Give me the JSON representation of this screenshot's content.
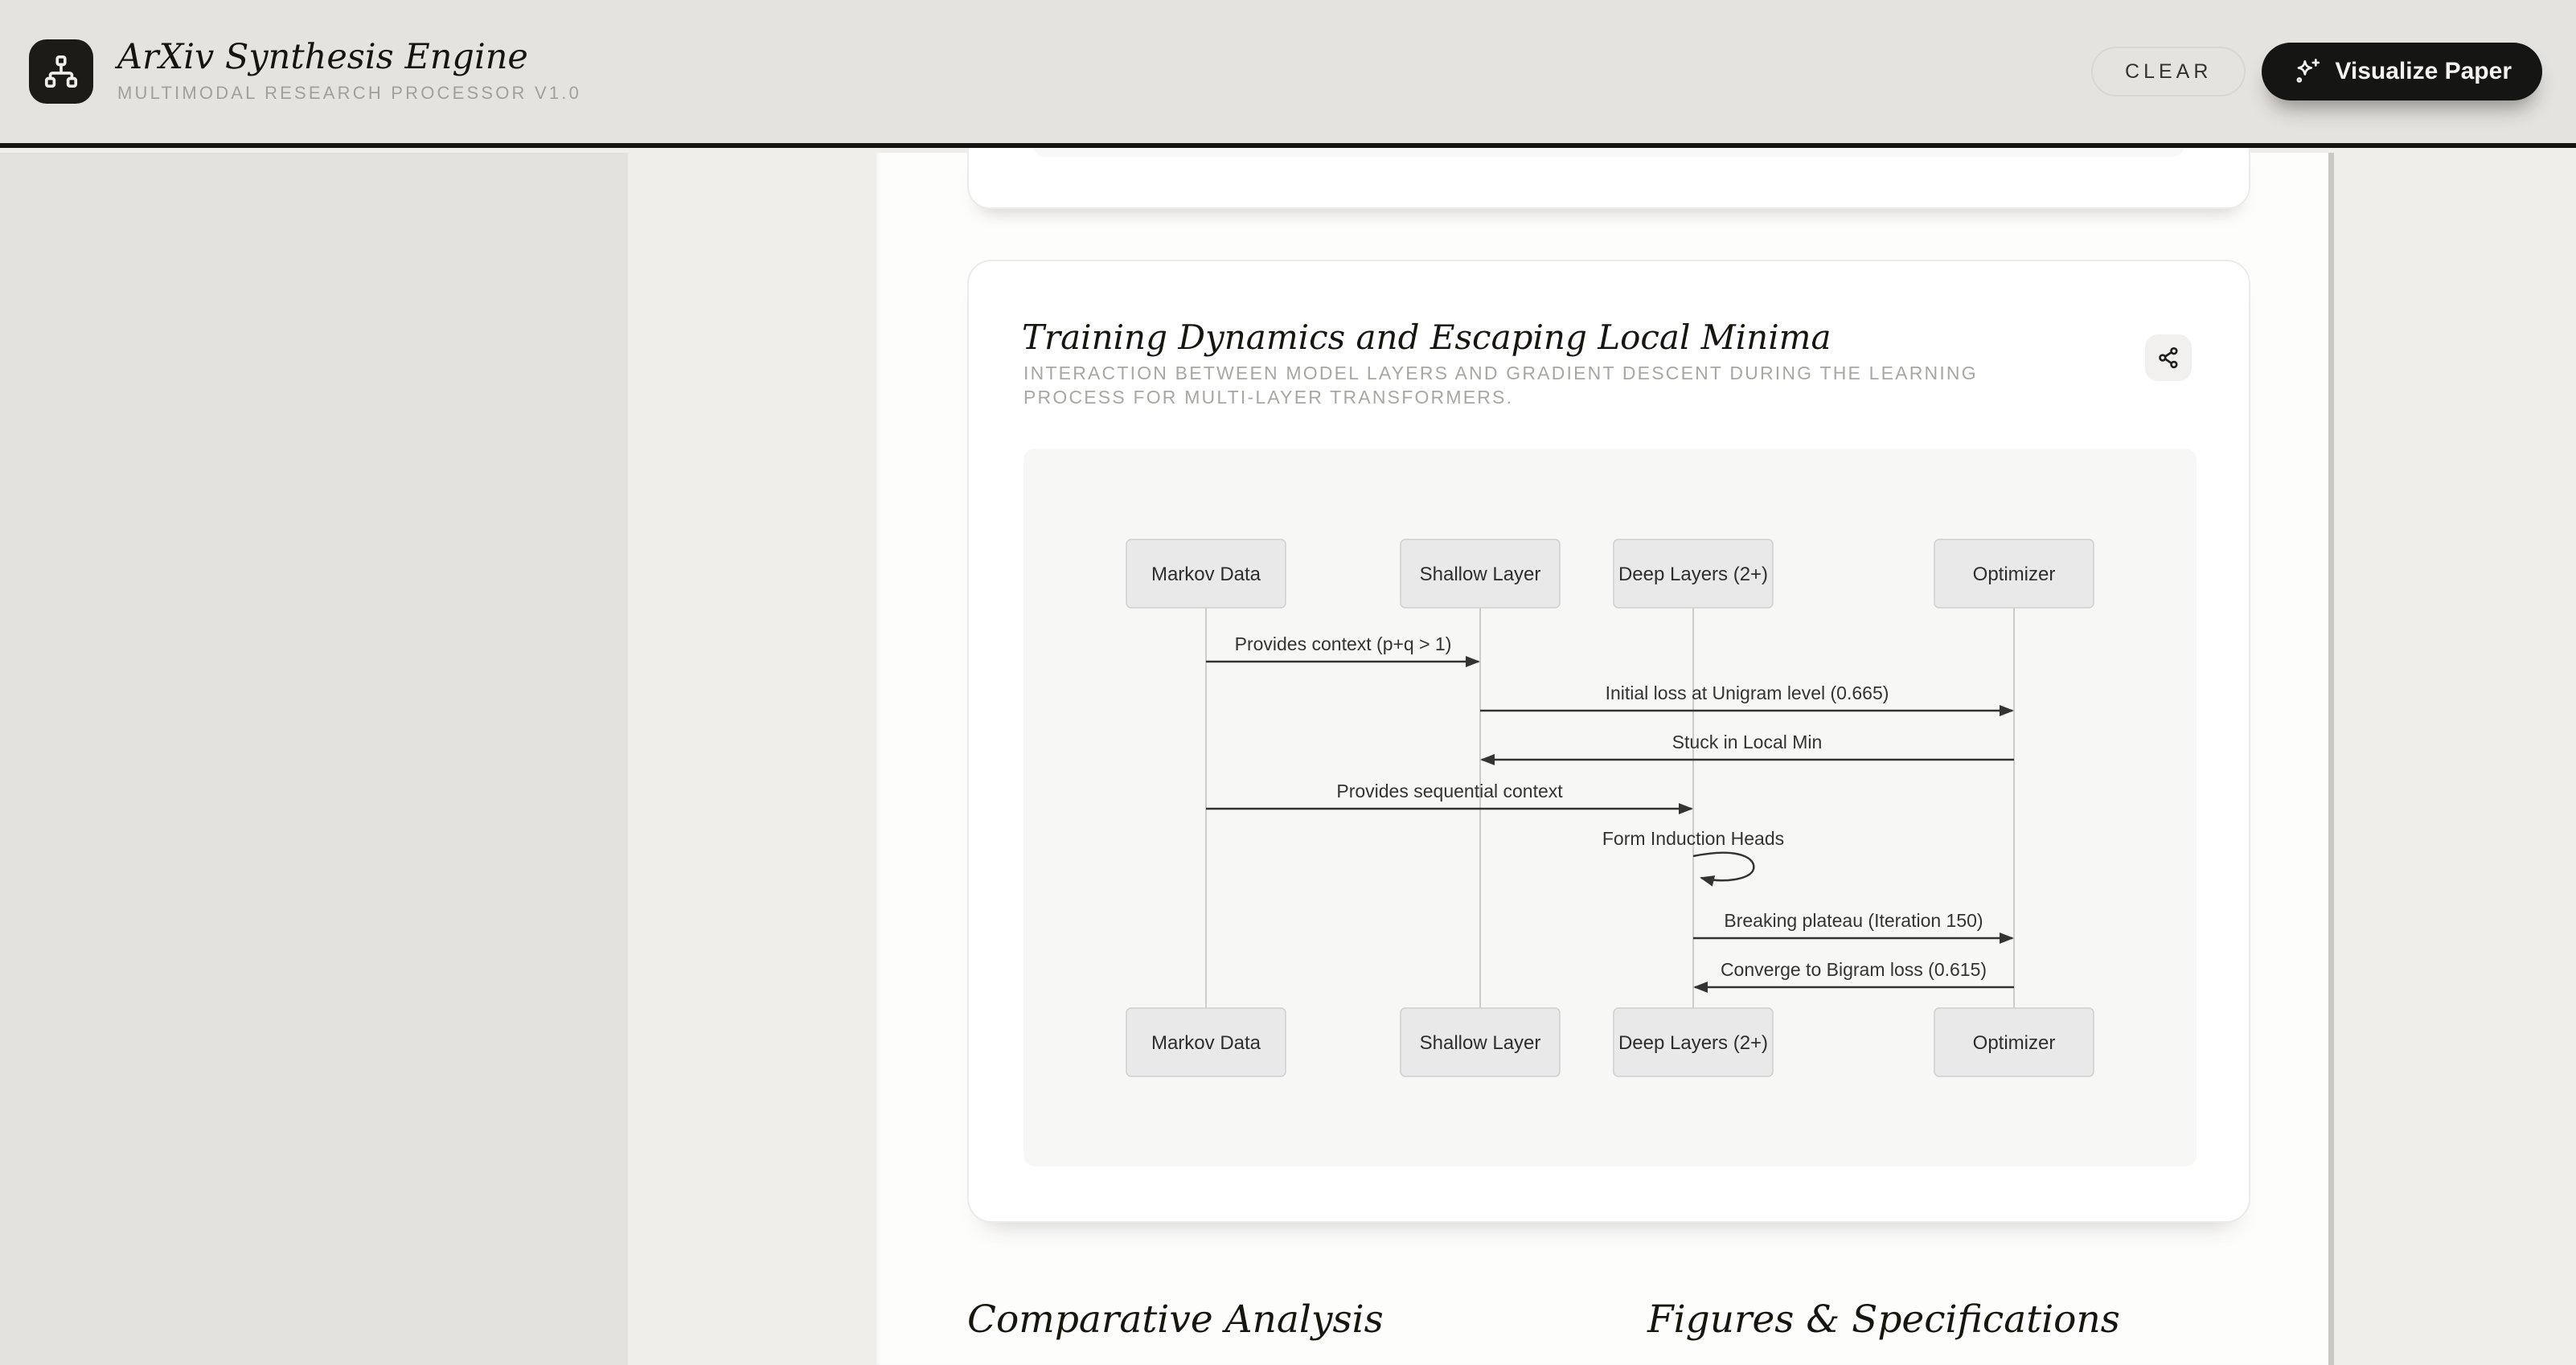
{
  "header": {
    "title": "ArXiv Synthesis Engine",
    "subtitle": "MULTIMODAL RESEARCH PROCESSOR V1.0",
    "clear_label": "CLEAR",
    "visualize_label": "Visualize Paper",
    "logo_icon": "network-hierarchy-icon",
    "visualize_icon": "sparkles-icon"
  },
  "card": {
    "title": "Training Dynamics and Escaping Local Minima",
    "subtitle": "INTERACTION BETWEEN MODEL LAYERS AND GRADIENT DESCENT DURING THE LEARNING PROCESS FOR MULTI-LAYER TRANSFORMERS.",
    "share_icon": "share-icon"
  },
  "diagram": {
    "type": "sequence",
    "participants": [
      "Markov Data",
      "Shallow Layer",
      "Deep Layers (2+)",
      "Optimizer"
    ],
    "messages": [
      {
        "from": "Markov Data",
        "to": "Shallow Layer",
        "label": "Provides context (p+q > 1)"
      },
      {
        "from": "Shallow Layer",
        "to": "Optimizer",
        "label": "Initial loss at Unigram level (0.665)"
      },
      {
        "from": "Optimizer",
        "to": "Shallow Layer",
        "label": "Stuck in Local Min"
      },
      {
        "from": "Markov Data",
        "to": "Deep Layers (2+)",
        "label": "Provides sequential context"
      },
      {
        "from": "Deep Layers (2+)",
        "to": "Deep Layers (2+)",
        "label": "Form Induction Heads",
        "self": true
      },
      {
        "from": "Deep Layers (2+)",
        "to": "Optimizer",
        "label": "Breaking plateau (Iteration 150)"
      },
      {
        "from": "Optimizer",
        "to": "Deep Layers (2+)",
        "label": "Converge to Bigram loss (0.615)"
      }
    ]
  },
  "sections": {
    "comparative": "Comparative Analysis",
    "figures": "Figures & Specifications"
  },
  "colors": {
    "header_bg": "#e5e3df",
    "header_border": "#161511",
    "page_bg": "#efeeeb",
    "sidebar_bg": "#e4e2dd",
    "panel_bg": "#fdfdfc",
    "card_bg": "#ffffff",
    "card_border": "#edebe8",
    "diagram_bg": "#f7f7f5",
    "participant_fill": "#e9e9e9",
    "participant_border": "#cfcfcf",
    "lifeline": "#cccccc",
    "arrow": "#333333",
    "dark_button_bg": "#151513",
    "muted_text": "#a9a7a2"
  }
}
